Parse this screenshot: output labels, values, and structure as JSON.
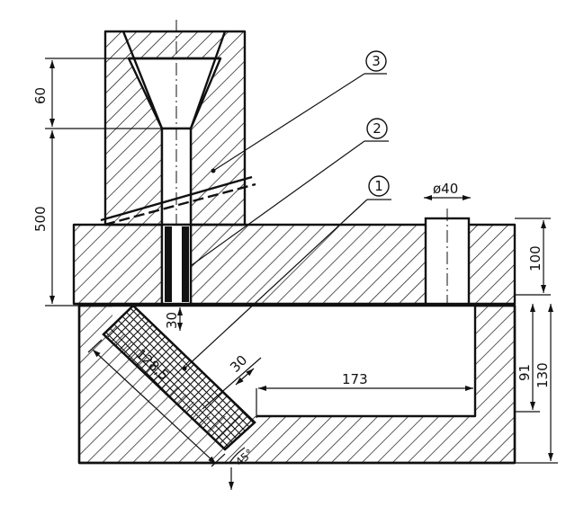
{
  "dimensions": {
    "funnel_height": "60",
    "sprue_length": "500",
    "base_thickness": "100",
    "riser_diameter": "ø40",
    "chill_offset": "30",
    "chill_thickness": "30",
    "chill_length": "128,5",
    "cavity_length": "173",
    "cavity_depth": "91",
    "right_height": "130",
    "angle": "45°"
  },
  "callouts": {
    "c1": "1",
    "c2": "2",
    "c3": "3"
  }
}
